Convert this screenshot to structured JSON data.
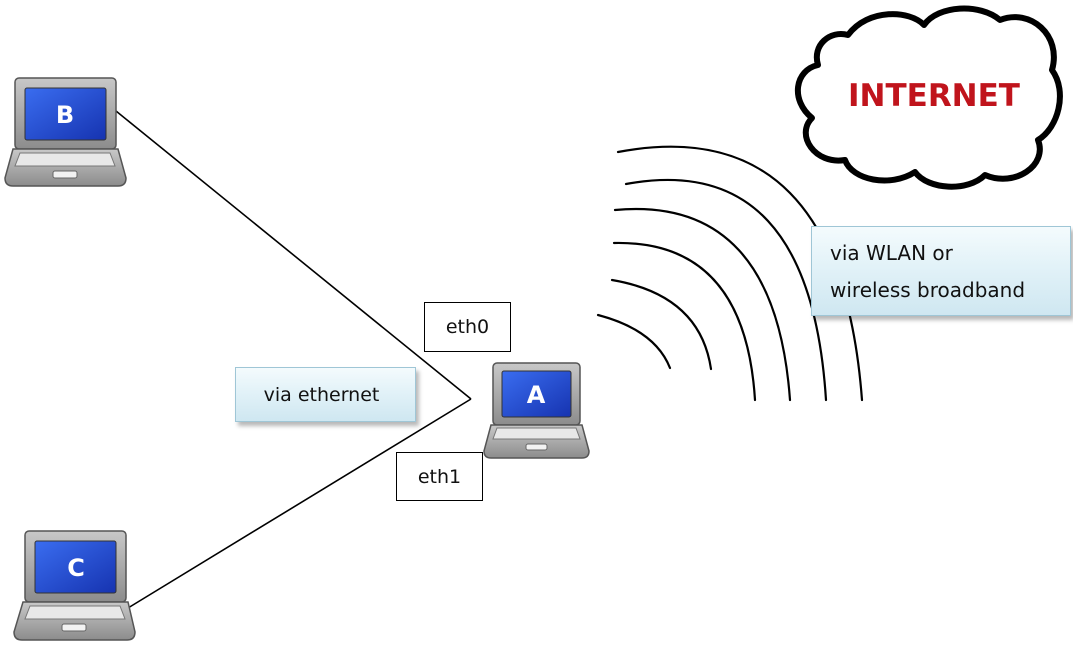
{
  "diagram": {
    "laptops": {
      "b": {
        "label": "B"
      },
      "a": {
        "label": "A"
      },
      "c": {
        "label": "C"
      }
    },
    "internet": {
      "label": "INTERNET"
    },
    "ports": {
      "eth0": "eth0",
      "eth1": "eth1"
    },
    "callouts": {
      "ethernet": "via ethernet",
      "wireless_line1": "via WLAN or",
      "wireless_line2": "wireless broadband"
    },
    "colors": {
      "screen_blue": "#1f44c8",
      "laptop_gray": "#a9a9a9",
      "internet_red": "#c0141c",
      "callout_fill": "#dcf0f7"
    }
  }
}
